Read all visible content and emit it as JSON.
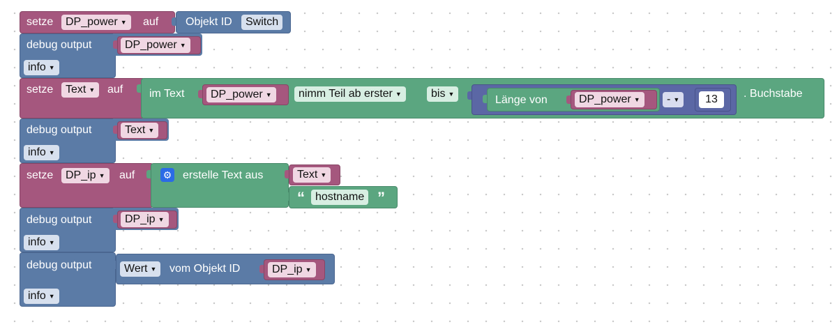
{
  "rows": [
    {
      "verb": "setze",
      "var": "DP_power",
      "auf": "auf",
      "value_label": "Objekt ID",
      "value_field": "Switch"
    },
    {
      "verb": "debug output",
      "var": "DP_power",
      "level": "info"
    },
    {
      "verb": "setze",
      "var": "Text",
      "auf": "auf",
      "substring": {
        "im_text": "im Text",
        "source": "DP_power",
        "mode": "nimm Teil ab erster",
        "to": "bis",
        "length_label": "Länge von",
        "length_var": "DP_power",
        "op": "-",
        "num": "13",
        "suffix": ". Buchstabe"
      }
    },
    {
      "verb": "debug output",
      "var": "Text",
      "level": "info"
    },
    {
      "verb": "setze",
      "var": "DP_ip",
      "auf": "auf",
      "join": {
        "label": "erstelle Text aus",
        "item1": "Text",
        "item2": "hostname"
      }
    },
    {
      "verb": "debug output",
      "var": "DP_ip",
      "level": "info"
    },
    {
      "verb": "debug output",
      "prop": "Wert",
      "vom": "vom Objekt ID",
      "var": "DP_ip",
      "level": "info"
    }
  ],
  "colors": {
    "variables": "#a5577e",
    "system": "#5b7ba6",
    "text": "#5ba680",
    "math": "#5b67a5",
    "gear": "#2b6be6"
  },
  "icons": {
    "dropdown": "triangle-down",
    "mutator": "gear-icon",
    "quote_open": "“",
    "quote_close": "”"
  }
}
